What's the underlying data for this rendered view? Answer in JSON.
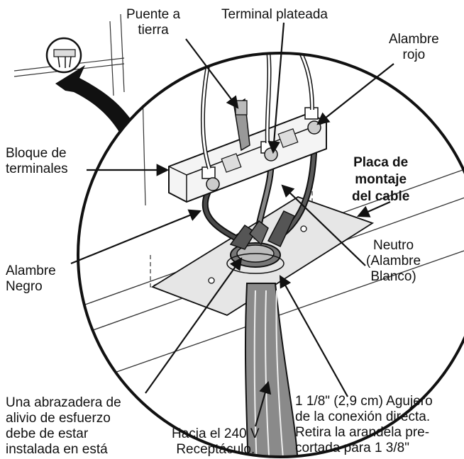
{
  "labels": {
    "puente": "Puente a\ntierra",
    "terminal_plateada": "Terminal plateada",
    "alambre_rojo": "Alambre\nrojo",
    "bloque": "Bloque de\nterminales",
    "placa": "Placa de\nmontaje\ndel cable",
    "neutro": "Neutro\n(Alambre\nBlanco)",
    "alambre_negro": "Alambre\nNegro",
    "abrazadera": "Una abrazadera de\nalivio de esfuerzo\ndebe de estar\ninstalada en está",
    "hacia": "Hacia el 240 V\nReceptáculo.",
    "agujero": "1 1/8\" (2,9 cm) Agujero\nde la conexión directa.\nRetira la arandela pre-\ncortada para 1 3/8\""
  },
  "colors": {
    "line": "#111111",
    "cable_gray": "#8a8a8a",
    "cable_dark": "#5a5a5a",
    "block_fill": "#f4f4f4",
    "plate_fill": "#e6e6e6"
  }
}
